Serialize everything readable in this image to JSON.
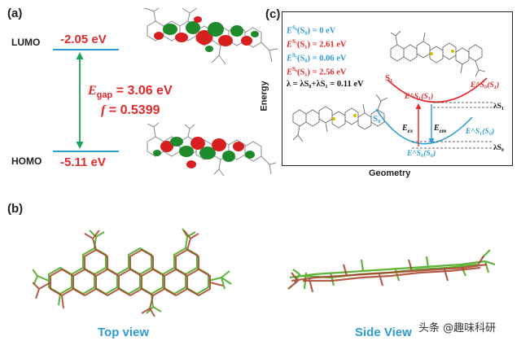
{
  "panel_a": {
    "label": "(a)",
    "lumo": {
      "name": "LUMO",
      "energy": "-2.05 eV"
    },
    "homo": {
      "name": "HOMO",
      "energy": "-5.11 eV"
    },
    "gap_symbol": "E",
    "gap_subscript": "gap",
    "gap_value": " = 3.06 eV",
    "osc_symbol": "f",
    "osc_value": " = 0.5399"
  },
  "panel_c": {
    "label": "(c)",
    "legend": [
      {
        "prefix": "E",
        "sup": "S₀",
        "arg": "(S₀) = 0 eV",
        "color": "#2e9bd3"
      },
      {
        "prefix": "E",
        "sup": "S₁",
        "arg": "(S₁) = 2.61 eV",
        "color": "#e0292b"
      },
      {
        "prefix": "E",
        "sup": "S₁",
        "arg": "(S₀) = 0.06 eV",
        "color": "#2e9bd3"
      },
      {
        "prefix": "E",
        "sup": "S₀",
        "arg": "(S₁) = 2.56 eV",
        "color": "#e0292b"
      }
    ],
    "lambda_line": "λ = λS₀+λS₁ = 0.11 eV",
    "y_axis": "Energy",
    "x_axis": "Geometry",
    "s1_label": "S₁",
    "s0_label": "S₀",
    "s1_min_label": "E^S₁(S₁)",
    "s0_at_s1_label": "E^S₀(S₁)",
    "s1_at_s0_label": "E^S₁(S₀)",
    "s0_min_label": "E^S₀(S₀)",
    "e_ex": "E",
    "e_ex_sub": "ex",
    "e_em": "E",
    "e_em_sub": "em",
    "lambda_s1": "λS₁",
    "lambda_s0": "λS₀",
    "colors": {
      "s1": "#e0292b",
      "s0": "#2e9bd3"
    }
  },
  "panel_b": {
    "label": "(b)",
    "top_view": "Top view",
    "side_view": "Side View"
  },
  "watermark": "头条 @趣味科研",
  "colors": {
    "red": "#e0292b",
    "blue": "#2e9bd3",
    "green": "#1aa35a"
  }
}
